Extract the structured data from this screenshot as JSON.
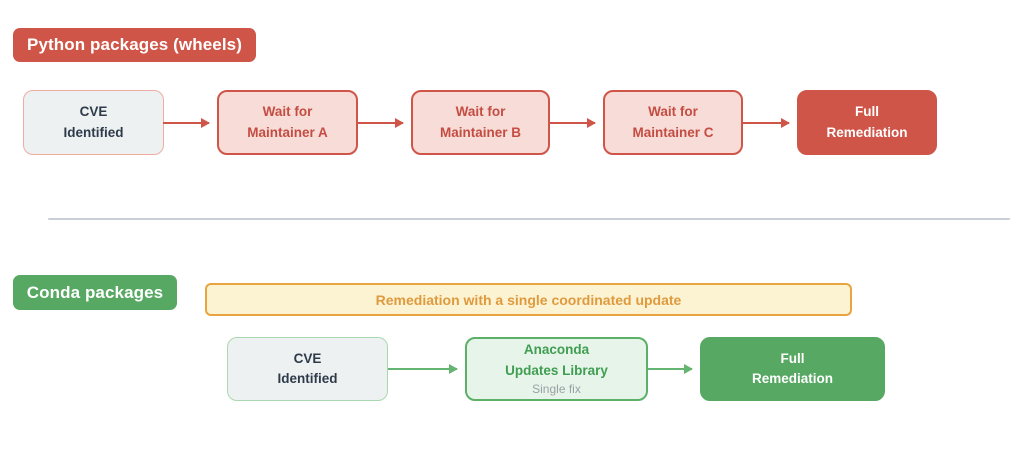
{
  "diagram": {
    "python": {
      "badge": "Python packages (wheels)",
      "nodes": [
        {
          "label": "CVE\nIdentified"
        },
        {
          "label": "Wait for\nMaintainer A"
        },
        {
          "label": "Wait for\nMaintainer B"
        },
        {
          "label": "Wait for\nMaintainer C"
        },
        {
          "label": "Full\nRemediation"
        }
      ]
    },
    "conda": {
      "badge": "Conda packages",
      "banner": "Remediation with a single coordinated update",
      "nodes": [
        {
          "label": "CVE\nIdentified"
        },
        {
          "label": "Anaconda\nUpdates Library",
          "sublabel": "Single fix"
        },
        {
          "label": "Full\nRemediation"
        }
      ]
    },
    "colors": {
      "red_accent": "#cf5548",
      "red_light_fill": "#f7dcd8",
      "green_accent": "#57a862",
      "green_border": "#5cb168",
      "green_light_fill": "#e7f4e9",
      "neutral_fill": "#eef1f2",
      "neutral_border_red": "#efaca3",
      "neutral_border_green": "#a9d8b0",
      "yellow_fill": "#fcf3d3",
      "yellow_border": "#e9a440",
      "yellow_text": "#e09a3e",
      "dark_text": "#2e3b4a",
      "muted_text": "#9aa0a6",
      "divider": "#c8ced4",
      "background": "#ffffff"
    }
  }
}
